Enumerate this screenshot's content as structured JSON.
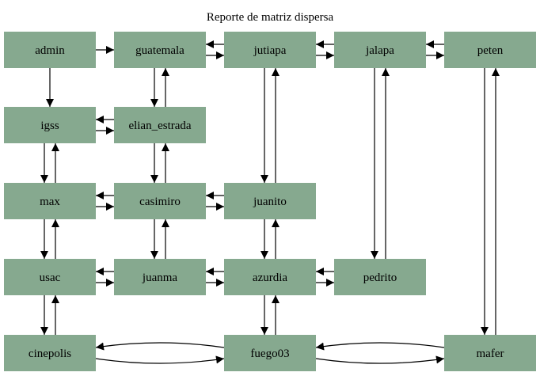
{
  "title": "Reporte de matriz dispersa",
  "nodes": [
    {
      "id": "admin",
      "label": "admin"
    },
    {
      "id": "guatemala",
      "label": "guatemala"
    },
    {
      "id": "jutiapa",
      "label": "jutiapa"
    },
    {
      "id": "jalapa",
      "label": "jalapa"
    },
    {
      "id": "peten",
      "label": "peten"
    },
    {
      "id": "igss",
      "label": "igss"
    },
    {
      "id": "elian_estrada",
      "label": "elian_estrada"
    },
    {
      "id": "max",
      "label": "max"
    },
    {
      "id": "casimiro",
      "label": "casimiro"
    },
    {
      "id": "juanito",
      "label": "juanito"
    },
    {
      "id": "usac",
      "label": "usac"
    },
    {
      "id": "juanma",
      "label": "juanma"
    },
    {
      "id": "azurdia",
      "label": "azurdia"
    },
    {
      "id": "pedrito",
      "label": "pedrito"
    },
    {
      "id": "cinepolis",
      "label": "cinepolis"
    },
    {
      "id": "fuego03",
      "label": "fuego03"
    },
    {
      "id": "mafer",
      "label": "mafer"
    }
  ],
  "edges": [
    {
      "from": "admin",
      "to": "guatemala"
    },
    {
      "from": "guatemala",
      "to": "jutiapa"
    },
    {
      "from": "jutiapa",
      "to": "guatemala"
    },
    {
      "from": "jutiapa",
      "to": "jalapa"
    },
    {
      "from": "jalapa",
      "to": "jutiapa"
    },
    {
      "from": "jalapa",
      "to": "peten"
    },
    {
      "from": "peten",
      "to": "jalapa"
    },
    {
      "from": "admin",
      "to": "igss"
    },
    {
      "from": "guatemala",
      "to": "elian_estrada"
    },
    {
      "from": "elian_estrada",
      "to": "guatemala"
    },
    {
      "from": "igss",
      "to": "elian_estrada"
    },
    {
      "from": "elian_estrada",
      "to": "igss"
    },
    {
      "from": "igss",
      "to": "max"
    },
    {
      "from": "max",
      "to": "igss"
    },
    {
      "from": "elian_estrada",
      "to": "casimiro"
    },
    {
      "from": "casimiro",
      "to": "elian_estrada"
    },
    {
      "from": "max",
      "to": "casimiro"
    },
    {
      "from": "casimiro",
      "to": "max"
    },
    {
      "from": "casimiro",
      "to": "juanito"
    },
    {
      "from": "juanito",
      "to": "casimiro"
    },
    {
      "from": "jutiapa",
      "to": "juanito"
    },
    {
      "from": "juanito",
      "to": "jutiapa"
    },
    {
      "from": "max",
      "to": "usac"
    },
    {
      "from": "usac",
      "to": "max"
    },
    {
      "from": "casimiro",
      "to": "juanma"
    },
    {
      "from": "juanma",
      "to": "casimiro"
    },
    {
      "from": "juanito",
      "to": "azurdia"
    },
    {
      "from": "azurdia",
      "to": "juanito"
    },
    {
      "from": "usac",
      "to": "juanma"
    },
    {
      "from": "juanma",
      "to": "usac"
    },
    {
      "from": "juanma",
      "to": "azurdia"
    },
    {
      "from": "azurdia",
      "to": "juanma"
    },
    {
      "from": "azurdia",
      "to": "pedrito"
    },
    {
      "from": "pedrito",
      "to": "azurdia"
    },
    {
      "from": "jalapa",
      "to": "pedrito"
    },
    {
      "from": "pedrito",
      "to": "jalapa"
    },
    {
      "from": "usac",
      "to": "cinepolis"
    },
    {
      "from": "cinepolis",
      "to": "usac"
    },
    {
      "from": "azurdia",
      "to": "fuego03"
    },
    {
      "from": "fuego03",
      "to": "azurdia"
    },
    {
      "from": "cinepolis",
      "to": "fuego03"
    },
    {
      "from": "fuego03",
      "to": "cinepolis"
    },
    {
      "from": "fuego03",
      "to": "mafer"
    },
    {
      "from": "mafer",
      "to": "fuego03"
    },
    {
      "from": "peten",
      "to": "mafer"
    },
    {
      "from": "mafer",
      "to": "peten"
    }
  ]
}
